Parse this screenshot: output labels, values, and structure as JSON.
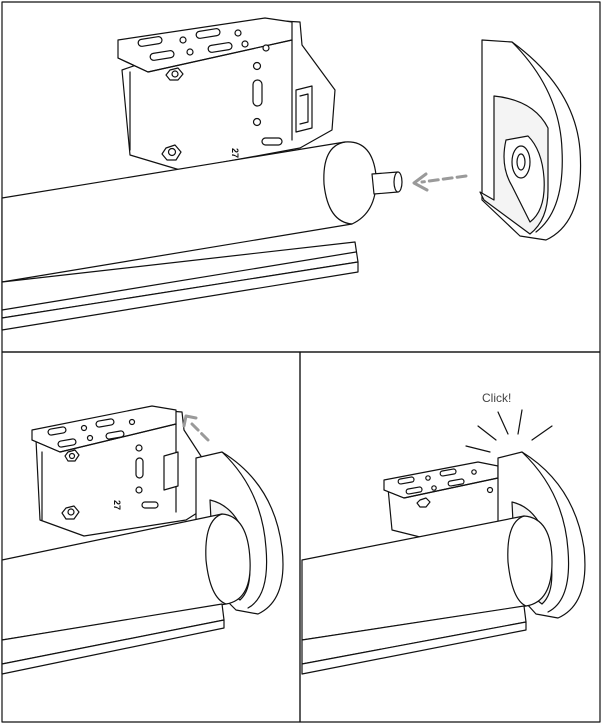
{
  "panels": [
    {
      "id": "step-1",
      "description_visible": false
    },
    {
      "id": "step-2",
      "description_visible": false
    },
    {
      "id": "step-3",
      "description_visible": false
    }
  ],
  "labels": {
    "click": "Click!",
    "bracket_number": "27"
  },
  "colors": {
    "line": "#111111",
    "arrow": "#9a9a9a",
    "background": "#ffffff"
  }
}
